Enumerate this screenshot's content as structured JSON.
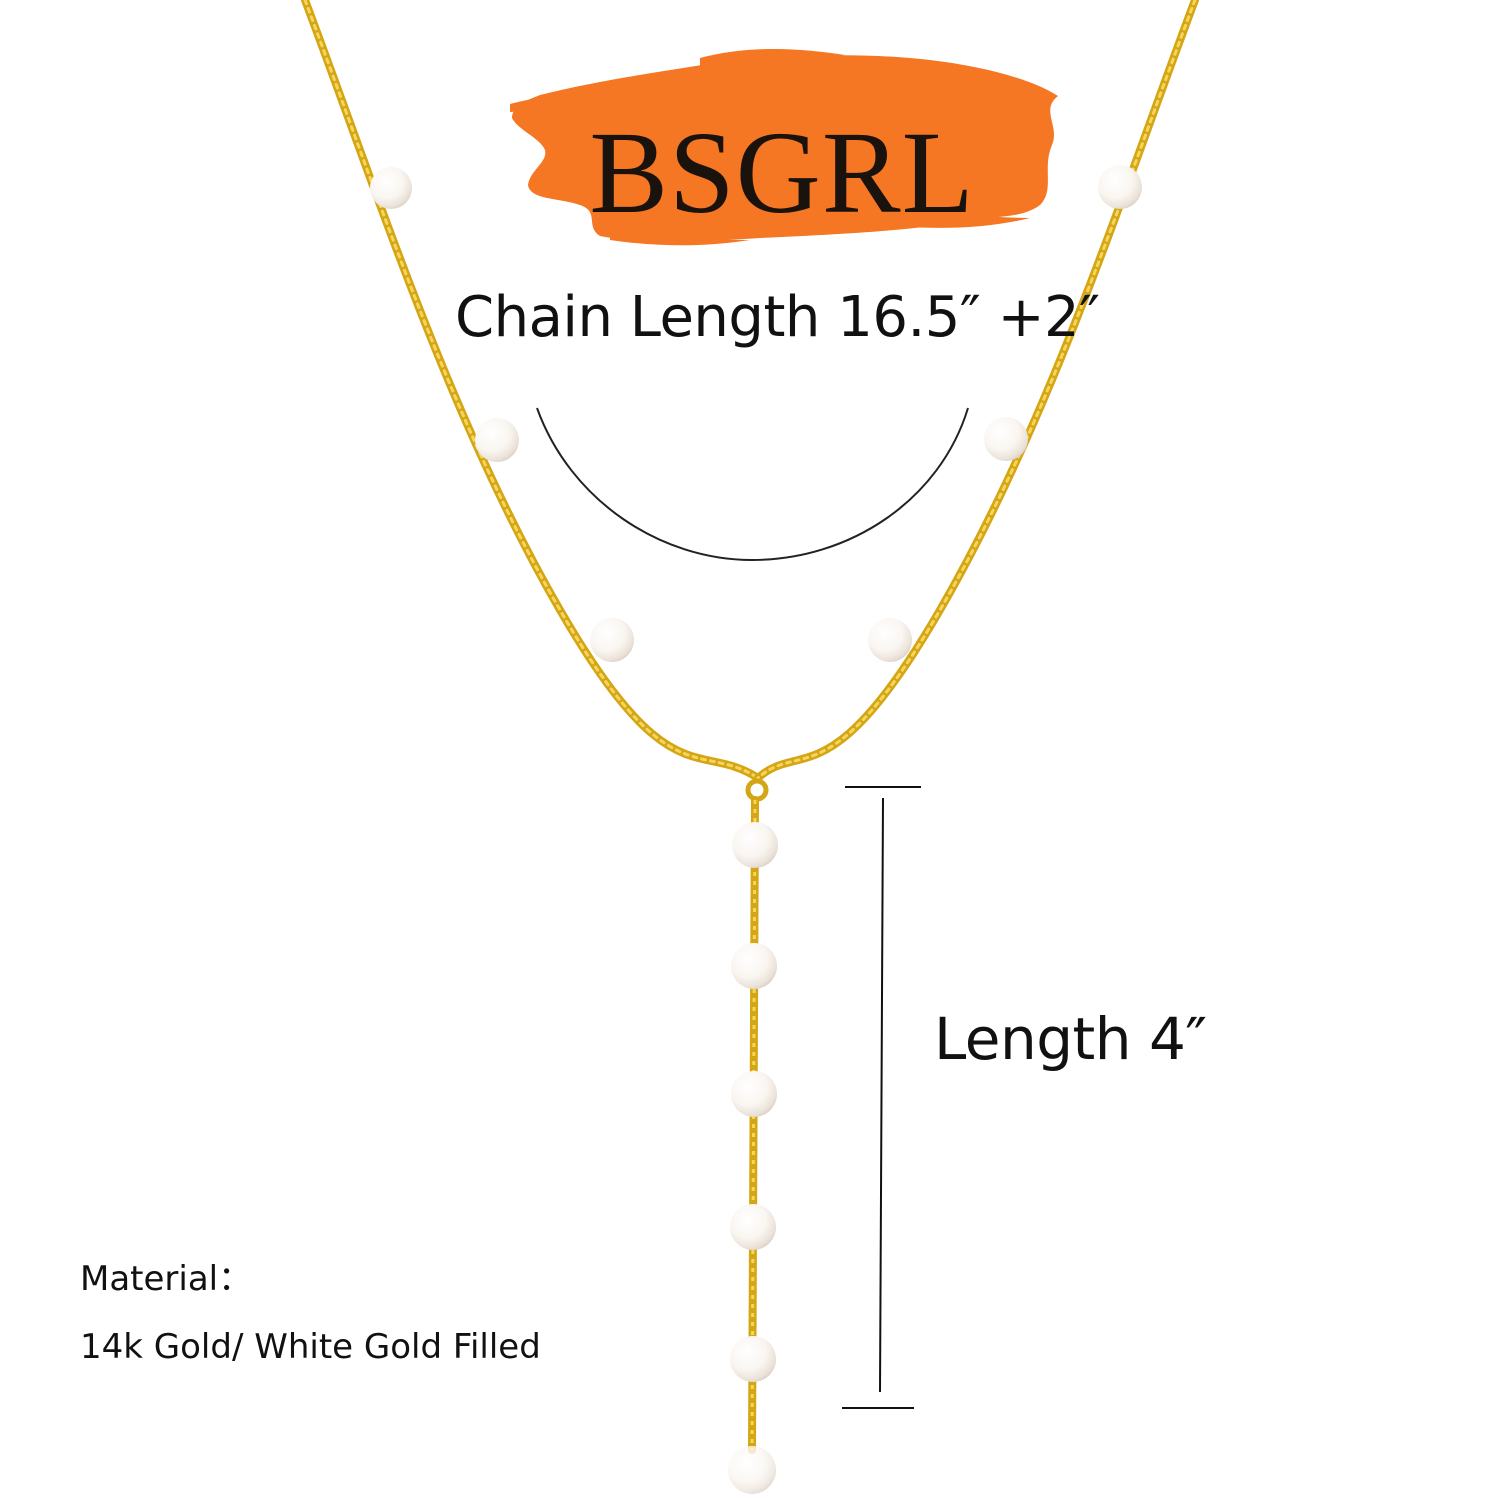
{
  "brand": {
    "logo_text": "BSGRL",
    "logo_background_color": "#f57623"
  },
  "measurements": {
    "chain_length_label": "Chain Length 16.5″ +2″",
    "drop_length_label": "Length 4″"
  },
  "material": {
    "heading": "Material：",
    "value": "14k Gold/ White Gold Filled"
  },
  "colors": {
    "chain_gold": "#e5b81d",
    "pearl_white": "#fbf7f2",
    "text_dark": "#111111"
  }
}
